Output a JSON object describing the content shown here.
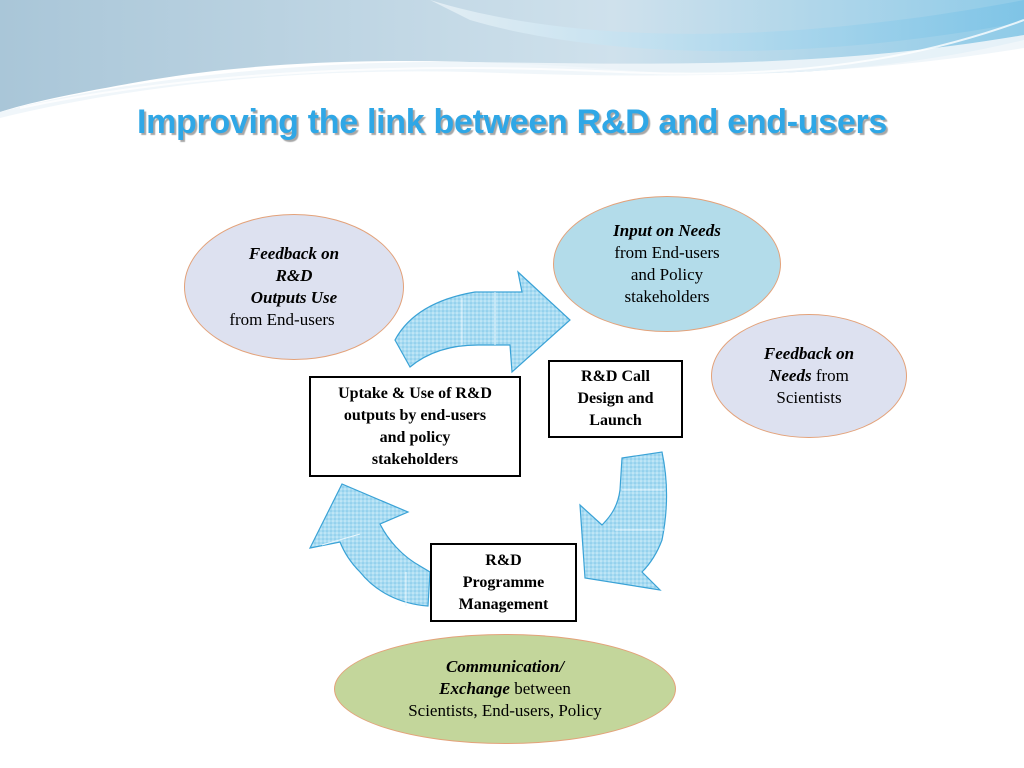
{
  "title": "Improving the link between R&D and end-users",
  "colors": {
    "title": "#2fa7e6",
    "wave_light": "#cfe3ee",
    "wave_blue": "#7fc4e6",
    "arrow_fill": "#a9dcf2",
    "arrow_stroke": "#3aa2d6",
    "ellipse_lavender": "#dde1f0",
    "ellipse_blue": "#b3dcea",
    "ellipse_green": "#c3d69b",
    "ellipse_border": "#e3a27a"
  },
  "ellipses": {
    "feedback_outputs": {
      "bold_line1": "Feedback on",
      "bold_line2": "R&D",
      "bold_line3": "Outputs Use",
      "normal": "from End-users"
    },
    "input_needs": {
      "bold": "Input on Needs",
      "line1": "from End-users",
      "line2": "and Policy",
      "line3": "stakeholders"
    },
    "feedback_needs": {
      "bold_line1": "Feedback on",
      "bold_line2": "Needs",
      "normal_inline": " from",
      "line3": "Scientists"
    },
    "communication": {
      "bold_line1": "Communication/",
      "bold_line2": "Exchange",
      "normal_inline": " between",
      "line3": "Scientists, End-users, Policy"
    }
  },
  "boxes": {
    "uptake": {
      "line1": "Uptake & Use of R&D",
      "line2": "outputs by end-users",
      "line3": "and policy",
      "line4": "stakeholders"
    },
    "call_design": {
      "line1": "R&D Call",
      "line2": "Design and",
      "line3": "Launch"
    },
    "programme": {
      "line1": "R&D",
      "line2": "Programme",
      "line3": "Management"
    }
  }
}
